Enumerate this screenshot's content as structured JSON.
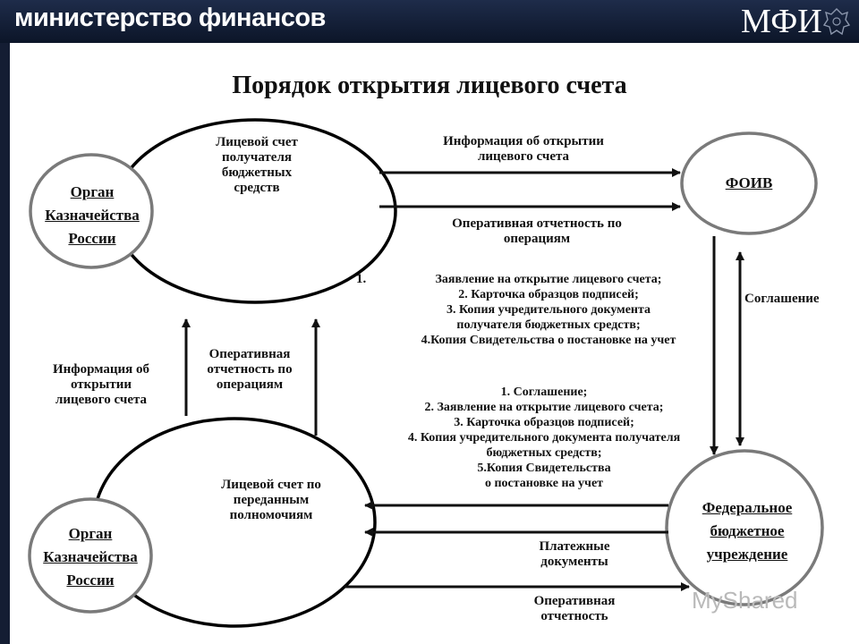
{
  "header": {
    "title": "министерство финансов",
    "logo": "МФИ"
  },
  "page_title": "Порядок открытия лицевого счета",
  "nodes": {
    "account_recipient": "Лицевой счет\nполучателя\nбюджетных\nсредств",
    "treasury_top": "Орган\nКазначейства\nРоссии",
    "foiv": "ФОИВ",
    "account_delegated": "Лицевой счет по\nпереданным\nполномочиям",
    "treasury_bottom": "Орган\nКазначейства\nРоссии",
    "federal_institution": "Федеральное\nбюджетное\nучреждение"
  },
  "labels": {
    "info_opening_top": "Информация об открытии\nлицевого счета",
    "operational_reporting_top": "Оперативная отчетность по\nоперациям",
    "docs_foiv_num": "1.",
    "docs_foiv": "Заявление на открытие лицевого счета;\n2. Карточка образцов подписей;\n3. Копия учредительного документа\nполучателя бюджетных средств;\n4.Копия Свидетельства о постановке на учет",
    "agreement": "Соглашение",
    "info_opening_left": "Информация об\nоткрытии\nлицевого счета",
    "operational_reporting_middle": "Оперативная\nотчетность по\nоперациям",
    "docs_institution": "1. Соглашение;\n2. Заявление на открытие лицевого счета;\n3. Карточка образцов подписей;\n4. Копия учредительного документа получателя\nбюджетных средств;\n5.Копия Свидетельства\nо постановке на учет",
    "payment_documents": "Платежные\nдокументы",
    "operational_reporting_bottom": "Оперативная\nотчетность"
  },
  "watermark": "MyShared"
}
